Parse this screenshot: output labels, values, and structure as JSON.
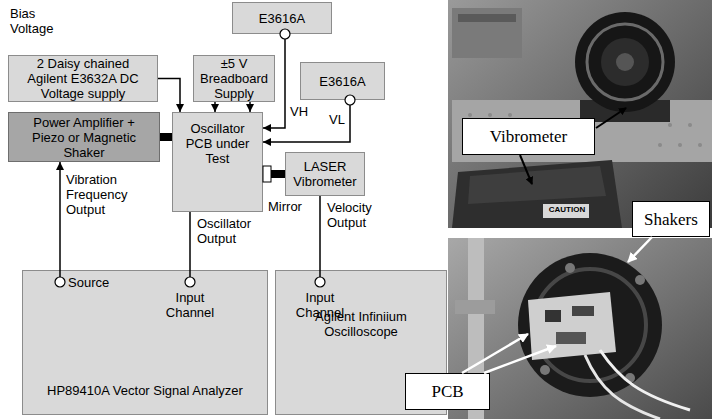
{
  "diagram": {
    "nodes": [
      {
        "text": [
          "E3616A"
        ]
      },
      {
        "text": [
          "2 Daisy chained Agilent E3632A DC Voltage supply"
        ]
      },
      {
        "text": [
          "±5 V Breadboard Supply"
        ]
      },
      {
        "text": [
          "E3616A"
        ]
      },
      {
        "text": [
          "Power Amplifier + Piezo or Magnetic Shaker"
        ]
      },
      {
        "text": [
          "Oscillator PCB under Test"
        ]
      },
      {
        "text": [
          "LASER Vibrometer"
        ]
      },
      {
        "text": [
          "HP89410A Vector Signal Analyzer"
        ]
      },
      {
        "text": [
          "Agilent Infiniium Oscilloscope"
        ]
      },
      {
        "text": [
          "Vibrometer"
        ]
      },
      {
        "text": [
          "Shakers"
        ]
      },
      {
        "text": [
          "PCB"
        ]
      }
    ],
    "edges": [
      {
        "from": 1,
        "to": 5,
        "arrow": "to"
      },
      {
        "from": 2,
        "to": 5,
        "arrow": "to"
      },
      {
        "from": 2,
        "to": 5,
        "arrow": "to"
      },
      {
        "from": 0,
        "to": 5,
        "label": "VH",
        "arrow": "to"
      },
      {
        "from": 3,
        "to": 5,
        "label": "VL",
        "arrow": "to"
      },
      {
        "from": 4,
        "to": 5,
        "arrow": "none"
      },
      {
        "from": 5,
        "to": 6,
        "arrow": "none"
      },
      {
        "from": 7,
        "to": 4,
        "label": "Vibration Frequency Output",
        "arrow": "to"
      },
      {
        "from": 5,
        "to": 7,
        "label": "Oscillator Output",
        "arrow": "none"
      },
      {
        "from": 6,
        "to": 8,
        "label": "Velocity Output",
        "arrow": "none"
      }
    ],
    "labels": [
      "Bias Voltage",
      "Mirror",
      "Source",
      "Input Channel",
      "Input Channel",
      "CAUTION"
    ]
  }
}
